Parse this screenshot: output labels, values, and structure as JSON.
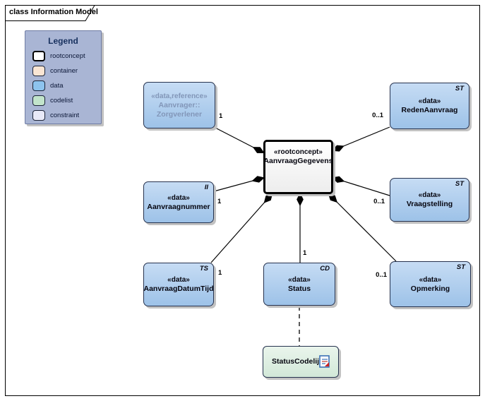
{
  "diagram": {
    "tab_title": "class Information Model",
    "type": "uml-class-diagram"
  },
  "legend": {
    "title": "Legend",
    "items": [
      {
        "label": "rootconcept",
        "color": "#ffffff"
      },
      {
        "label": "container",
        "color": "#fae5d3"
      },
      {
        "label": "data",
        "color": "#8dc3ee"
      },
      {
        "label": "codelist",
        "color": "#c2e4cb"
      },
      {
        "label": "constraint",
        "color": "#e8e9f8"
      }
    ]
  },
  "nodes": [
    {
      "stereotype": "«data,reference»",
      "name": "Aanvrager::\nZorgverlener",
      "marker": "",
      "kind": "data-reference"
    },
    {
      "stereotype": "«data»",
      "name": "RedenAanvraag",
      "marker": "ST",
      "kind": "data"
    },
    {
      "stereotype": "«rootconcept»",
      "name": "AanvraagGegevens",
      "marker": "",
      "kind": "rootconcept"
    },
    {
      "stereotype": "«data»",
      "name": "Aanvraagnummer",
      "marker": "II",
      "kind": "data"
    },
    {
      "stereotype": "«data»",
      "name": "Vraagstelling",
      "marker": "ST",
      "kind": "data"
    },
    {
      "stereotype": "«data»",
      "name": "AanvraagDatumTijd",
      "marker": "TS",
      "kind": "data"
    },
    {
      "stereotype": "«data»",
      "name": "Status",
      "marker": "CD",
      "kind": "data"
    },
    {
      "stereotype": "«data»",
      "name": "Opmerking",
      "marker": "ST",
      "kind": "data"
    },
    {
      "stereotype": "",
      "name": "StatusCodelijst",
      "marker": "",
      "kind": "codelist"
    }
  ],
  "edges": [
    {
      "from": "AanvraagGegevens",
      "to": "Aanvrager::Zorgverlener",
      "label": "1",
      "type": "composition"
    },
    {
      "from": "AanvraagGegevens",
      "to": "RedenAanvraag",
      "label": "0..1",
      "type": "composition"
    },
    {
      "from": "AanvraagGegevens",
      "to": "Aanvraagnummer",
      "label": "1",
      "type": "composition"
    },
    {
      "from": "AanvraagGegevens",
      "to": "Vraagstelling",
      "label": "0..1",
      "type": "composition"
    },
    {
      "from": "AanvraagGegevens",
      "to": "AanvraagDatumTijd",
      "label": "1",
      "type": "composition"
    },
    {
      "from": "AanvraagGegevens",
      "to": "Status",
      "label": "1",
      "type": "composition"
    },
    {
      "from": "AanvraagGegevens",
      "to": "Opmerking",
      "label": "0..1",
      "type": "composition"
    },
    {
      "from": "Status",
      "to": "StatusCodelijst",
      "label": "",
      "type": "dependency-dashed"
    }
  ],
  "colors": {
    "data_fill_top": "#c6dcf4",
    "data_fill_bottom": "#9dc2e8",
    "node_border": "#26324e",
    "rootconcept_border": "#000000",
    "codelist_fill": "#d9ecdd",
    "legend_background": "#a9b5d4",
    "reference_text": "#8296b8",
    "shadow": "#c2c2c2",
    "connector": "#000000"
  }
}
